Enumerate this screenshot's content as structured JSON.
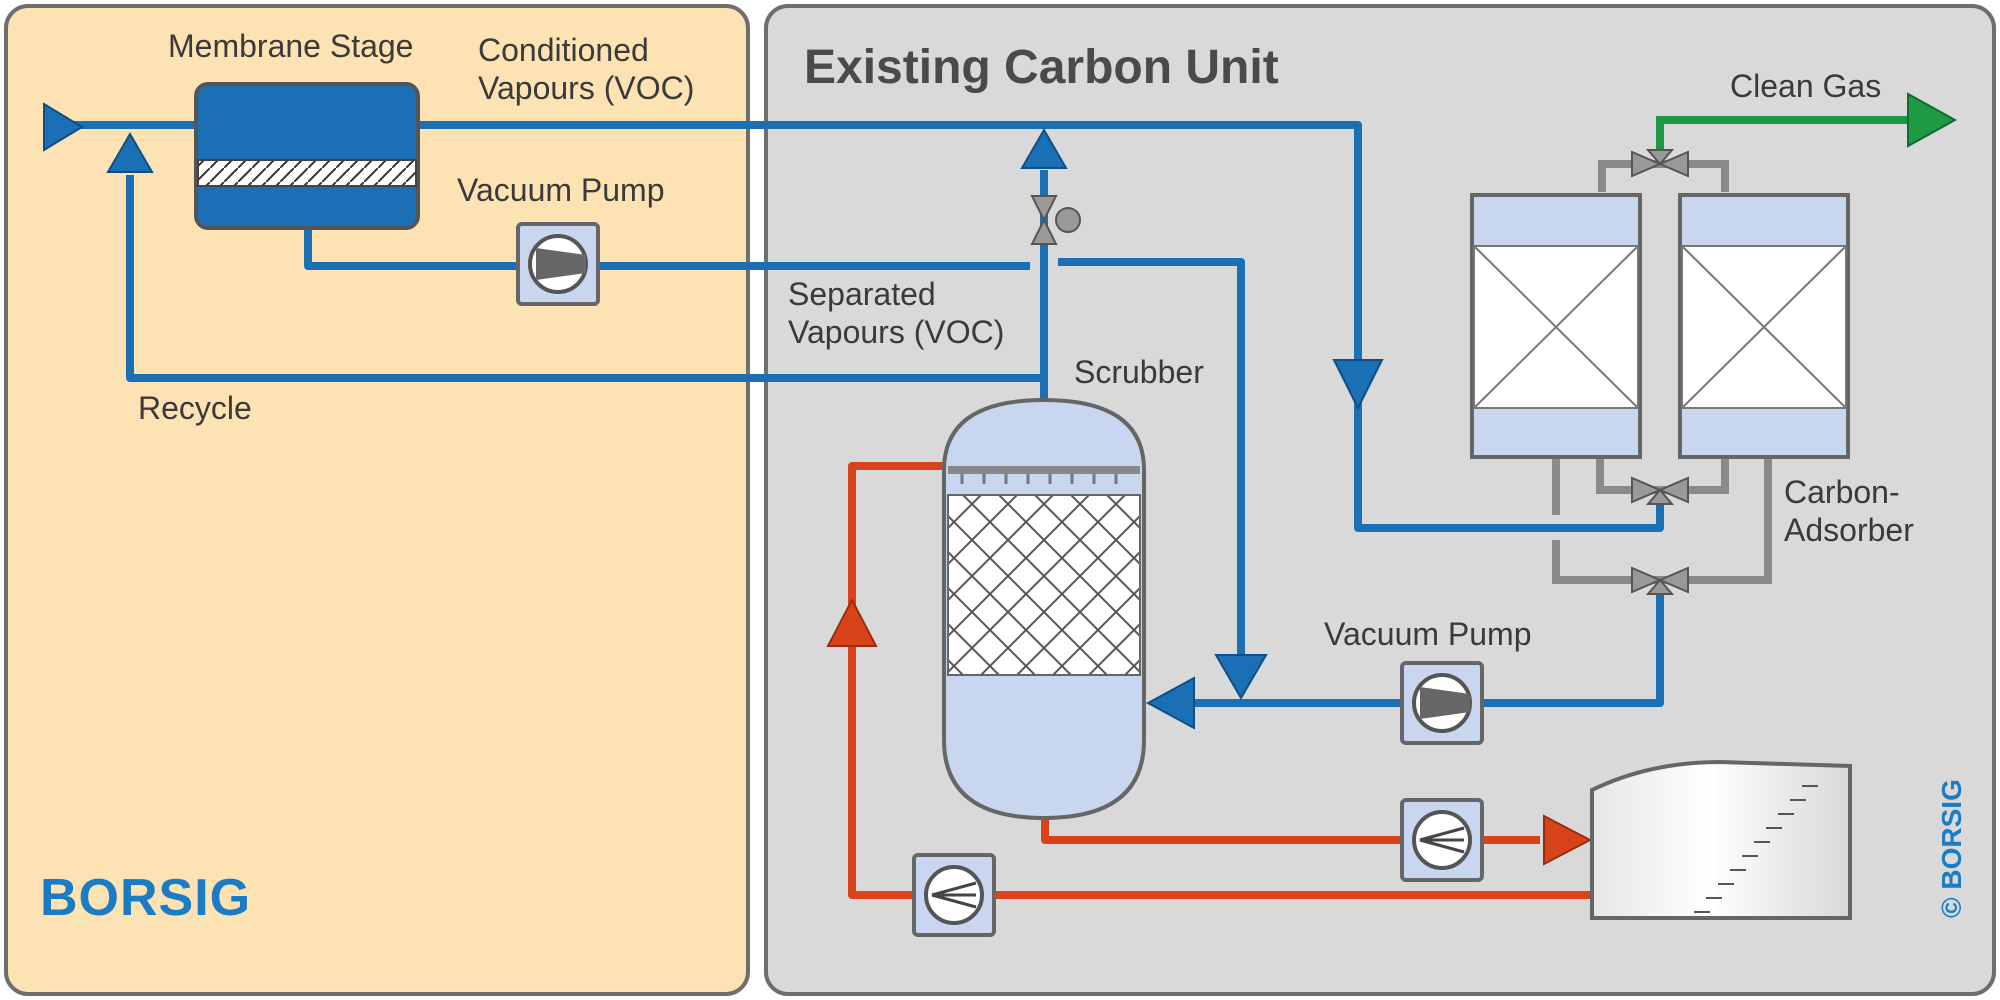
{
  "panels": {
    "membrane_section": {
      "background": "#fde3b3",
      "logo": "BORSIG"
    },
    "carbon_section": {
      "title": "Existing Carbon Unit",
      "background": "#d9d9d9",
      "copyright": "© BORSIG"
    }
  },
  "labels": {
    "membrane_stage": "Membrane Stage",
    "conditioned_vapours_line1": "Conditioned",
    "conditioned_vapours_line2": "Vapours (VOC)",
    "vacuum_pump_top": "Vacuum Pump",
    "separated_vapours_line1": "Separated",
    "separated_vapours_line2": "Vapours (VOC)",
    "recycle": "Recycle",
    "scrubber": "Scrubber",
    "clean_gas": "Clean Gas",
    "carbon_adsorber_line1": "Carbon-",
    "carbon_adsorber_line2": "Adsorber",
    "vacuum_pump_bottom": "Vacuum Pump"
  },
  "colors": {
    "vapour_line": "#1b6fb5",
    "clean_gas_line": "#1e9a45",
    "liquid_line": "#d8431c",
    "equipment_fill": "#c8d6f0",
    "membrane_fill": "#1b6fb5"
  },
  "icons": [
    "vacuum-pump-icon",
    "liquid-pump-icon",
    "three-way-valve-icon",
    "flow-arrow-icon"
  ]
}
